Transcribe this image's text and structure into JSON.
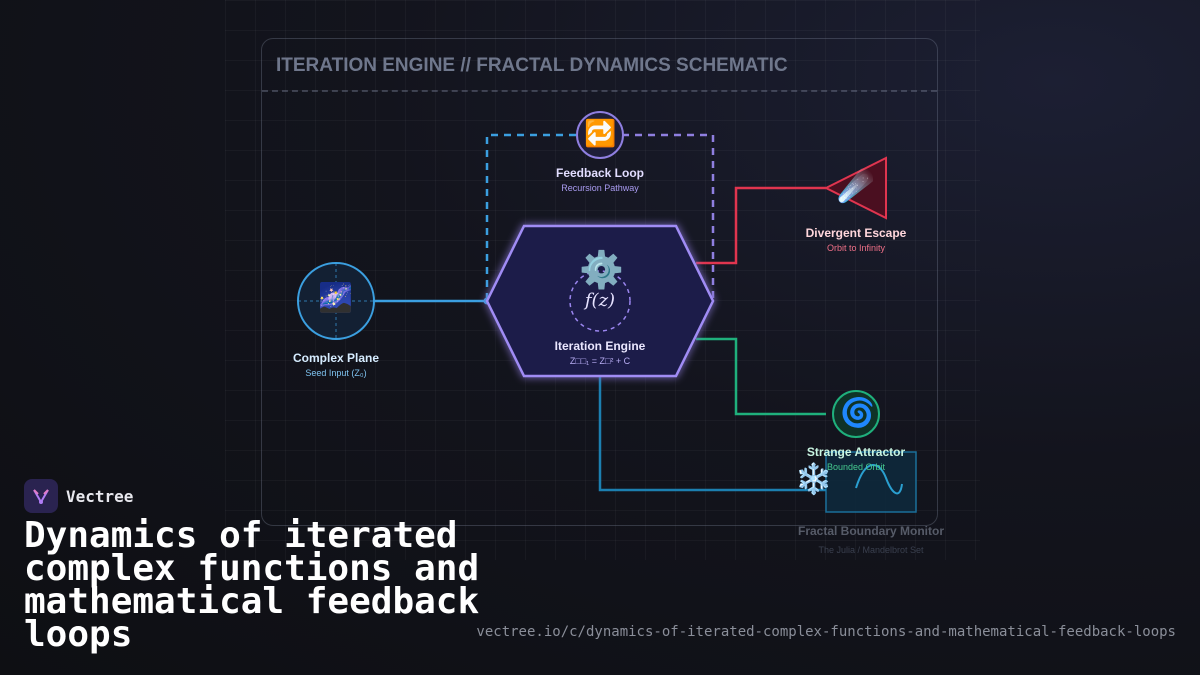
{
  "diagram": {
    "title": "ITERATION ENGINE // FRACTAL DYNAMICS SCHEMATIC",
    "nodes": {
      "complex_plane": {
        "title": "Complex Plane",
        "subtitle": "Seed Input (Z₀)",
        "icon": "galaxy-icon",
        "glyph": "🌌",
        "color": "#3b9fe0"
      },
      "feedback_loop": {
        "title": "Feedback Loop",
        "subtitle": "Recursion Pathway",
        "icon": "repeat-icon",
        "glyph": "🔁",
        "color": "#8f7fe0"
      },
      "iteration_engine": {
        "title": "Iteration Engine",
        "subtitle": "Z□□₁ = Z□² + C",
        "formula": "f(z)",
        "icon": "gear-icon",
        "glyph": "⚙️",
        "color": "#9b86f0"
      },
      "divergent_escape": {
        "title": "Divergent Escape",
        "subtitle": "Orbit to Infinity",
        "icon": "comet-icon",
        "glyph": "☄️",
        "color": "#e0354f"
      },
      "strange_attractor": {
        "title": "Strange Attractor",
        "subtitle": "Bounded Orbit",
        "icon": "cyclone-icon",
        "glyph": "🌀",
        "color": "#1fb07c"
      },
      "fractal_boundary": {
        "title": "Fractal Boundary Monitor",
        "subtitle": "The Julia / Mandelbrot Set",
        "icon": "snowflake-icon",
        "glyph": "❄️",
        "color": "#1c7fb0"
      }
    }
  },
  "brand": {
    "name": "Vectree"
  },
  "headline": "Dynamics of iterated complex functions and mathematical feedback loops",
  "url": "vectree.io/c/dynamics-of-iterated-complex-functions-and-mathematical-feedback-loops"
}
